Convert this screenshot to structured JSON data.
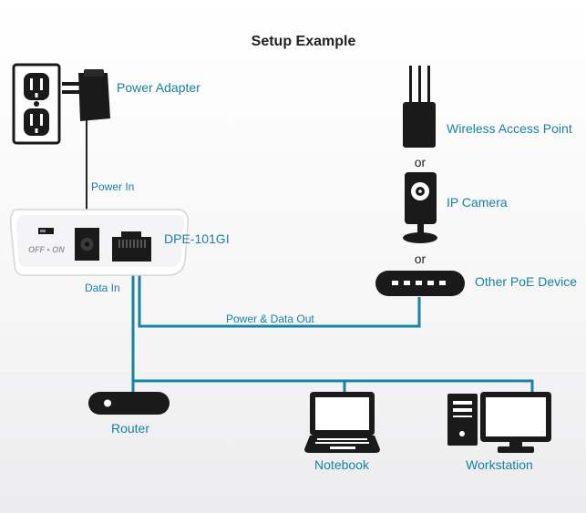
{
  "title": "Setup Example",
  "labels": {
    "power_adapter": "Power Adapter",
    "power_in": "Power In",
    "device_name": "DPE-101GI",
    "data_in": "Data In",
    "power_data_out": "Power & Data Out",
    "wap": "Wireless Access Point",
    "or_1": "or",
    "ip_camera": "IP Camera",
    "or_2": "or",
    "poe_device": "Other PoE Device",
    "router": "Router",
    "notebook": "Notebook",
    "workstation": "Workstation",
    "switch_text": "OFF ▪ ON"
  },
  "colors": {
    "accent": "#1583a6",
    "dark": "#1a1a1a"
  }
}
